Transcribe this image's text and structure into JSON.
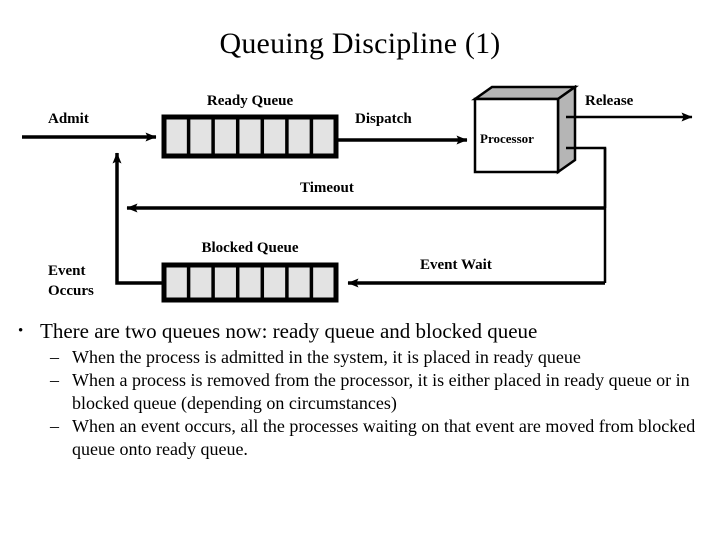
{
  "slide": {
    "title": "Queuing Discipline (1)"
  },
  "diagram": {
    "labels": {
      "ready_queue": "Ready Queue",
      "blocked_queue": "Blocked Queue",
      "admit": "Admit",
      "dispatch": "Dispatch",
      "release": "Release",
      "timeout": "Timeout",
      "event_wait": "Event Wait",
      "event_occurs_line1": "Event",
      "event_occurs_line2": "Occurs",
      "processor": "Processor"
    },
    "ready_queue_cells": 7,
    "blocked_queue_cells": 7,
    "colors": {
      "stroke": "#000000",
      "queue_cell_fill": "#e3e3e3",
      "processor_front_fill": "#ffffff",
      "processor_shade_fill": "#b5b5b5",
      "background": "#ffffff"
    }
  },
  "bullets": [
    {
      "level": 1,
      "marker": "•",
      "text": "There are two queues now: ready queue and blocked queue"
    },
    {
      "level": 2,
      "marker": "–",
      "text": "When the process is admitted in the system, it is placed in ready queue"
    },
    {
      "level": 2,
      "marker": "–",
      "text": "When a process is removed from the processor, it is either placed in ready queue or in blocked queue (depending on circumstances)"
    },
    {
      "level": 2,
      "marker": "–",
      "text": "When an event occurs, all the processes waiting on that event are moved from blocked queue onto ready queue."
    }
  ]
}
